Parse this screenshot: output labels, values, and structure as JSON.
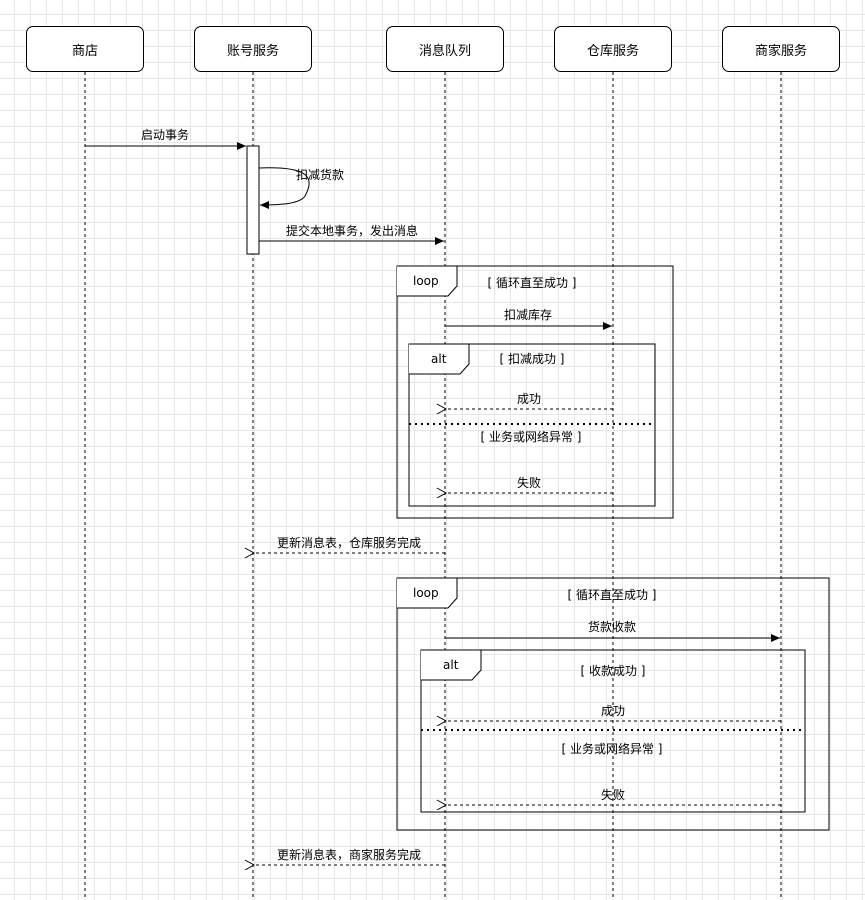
{
  "participants": [
    "商店",
    "账号服务",
    "消息队列",
    "仓库服务",
    "商家服务"
  ],
  "messages": {
    "m1": "启动事务",
    "m2": "扣减货款",
    "m3": "提交本地事务，发出消息",
    "m4": "扣减库存",
    "m5": "成功",
    "m6": "失败",
    "m7": "更新消息表，仓库服务完成",
    "m8": "货款收款",
    "m9": "成功",
    "m10": "失败",
    "m11": "更新消息表，商家服务完成"
  },
  "frames": {
    "loop1": {
      "tag": "loop",
      "guard": "[ 循环直至成功 ]"
    },
    "alt1": {
      "tag": "alt",
      "guard": "[ 扣减成功 ]",
      "else_guard": "[ 业务或网络异常 ]"
    },
    "loop2": {
      "tag": "loop",
      "guard": "[ 循环直至成功 ]"
    },
    "alt2": {
      "tag": "alt",
      "guard": "[ 收款成功 ]",
      "else_guard": "[ 业务或网络异常 ]"
    }
  }
}
